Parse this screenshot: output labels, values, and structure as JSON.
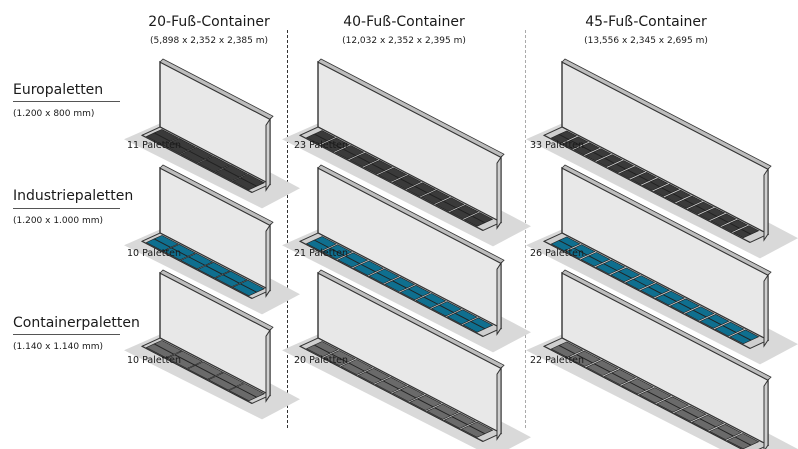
{
  "columns": [
    {
      "title": "20-Fuß-Container",
      "dims": "(5,898 x 2,352 x 2,385 m)"
    },
    {
      "title": "40-Fuß-Container",
      "dims": "(12,032 x 2,352 x 2,395 m)"
    },
    {
      "title": "45-Fuß-Container",
      "dims": "(13,556 x 2,345 x 2,695 m)"
    }
  ],
  "rows": [
    {
      "title": "Europaletten",
      "dims": "(1.200 x 800 mm)",
      "pallet_color": "#3a3a3a"
    },
    {
      "title": "Industriepaletten",
      "dims": "(1.200 x 1.000 mm)",
      "pallet_color": "#0f6f8f"
    },
    {
      "title": "Containerpaletten",
      "dims": "(1.140 x 1.140 mm)",
      "pallet_color": "#6a6a6a"
    }
  ],
  "counts": [
    [
      "11 Paletten",
      "23 Paletten",
      "33 Paletten"
    ],
    [
      "10 Paletten",
      "21 Paletten",
      "26 Paletten"
    ],
    [
      "10 Paletten",
      "20 Paletten",
      "22 Paletten"
    ]
  ],
  "pallet_counts": [
    [
      11,
      23,
      33
    ],
    [
      10,
      21,
      26
    ],
    [
      10,
      20,
      22
    ]
  ],
  "colors": {
    "shadow": "#d9d9d9",
    "wall": "#e8e8e8",
    "floor": "#cfcfcf",
    "outline": "#333333"
  }
}
